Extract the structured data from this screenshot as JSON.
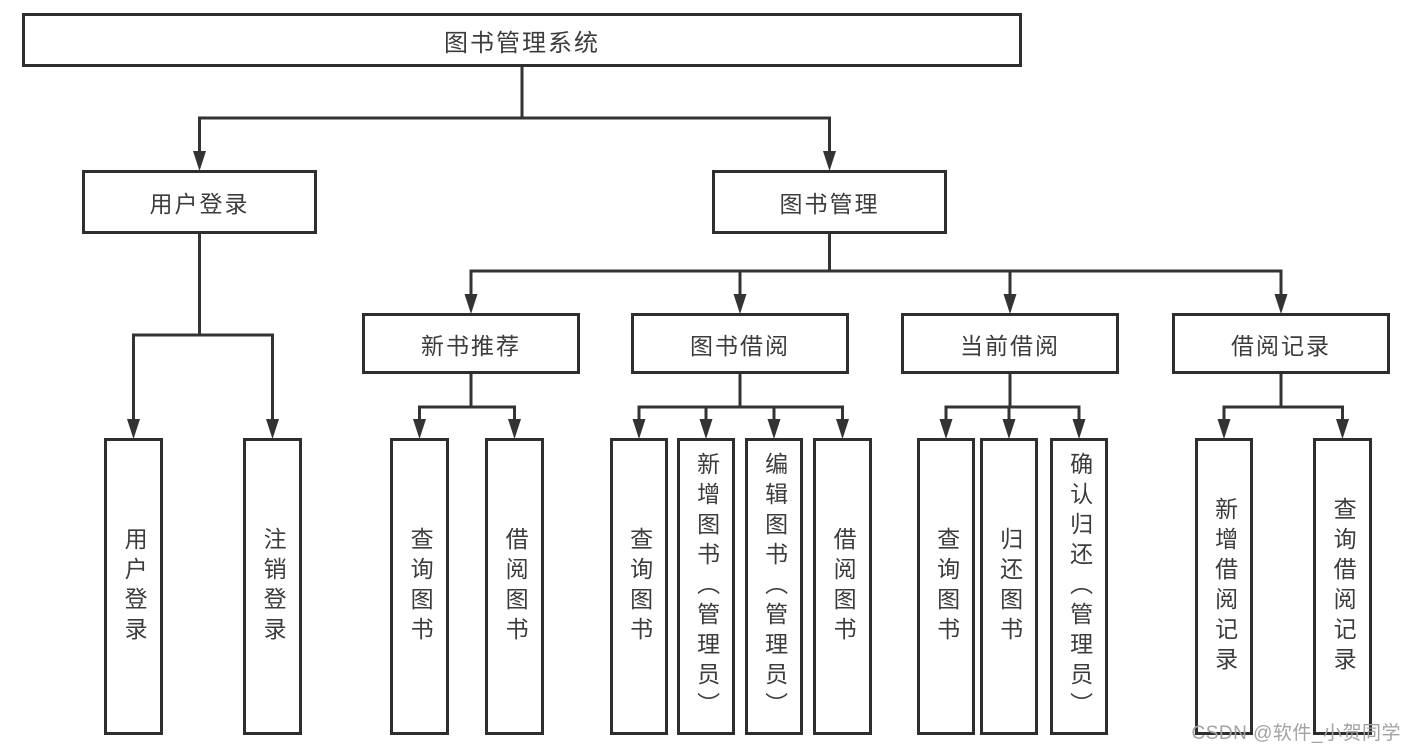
{
  "diagram_title": "图书管理系统",
  "nodes": [
    {
      "id": "root",
      "label": "图书管理系统",
      "parent": null,
      "vertical": false
    },
    {
      "id": "user-login",
      "label": "用户登录",
      "parent": "root",
      "vertical": false
    },
    {
      "id": "book-mgmt",
      "label": "图书管理",
      "parent": "root",
      "vertical": false
    },
    {
      "id": "user-login-op",
      "label": "用户登录",
      "parent": "user-login",
      "vertical": true
    },
    {
      "id": "logout-op",
      "label": "注销登录",
      "parent": "user-login",
      "vertical": true
    },
    {
      "id": "new-book-rec",
      "label": "新书推荐",
      "parent": "book-mgmt",
      "vertical": false
    },
    {
      "id": "book-borrow",
      "label": "图书借阅",
      "parent": "book-mgmt",
      "vertical": false
    },
    {
      "id": "current-borrow",
      "label": "当前借阅",
      "parent": "book-mgmt",
      "vertical": false
    },
    {
      "id": "borrow-records",
      "label": "借阅记录",
      "parent": "book-mgmt",
      "vertical": false
    },
    {
      "id": "query-book-1",
      "label": "查询图书",
      "parent": "new-book-rec",
      "vertical": true
    },
    {
      "id": "borrow-book-1",
      "label": "借阅图书",
      "parent": "new-book-rec",
      "vertical": true
    },
    {
      "id": "query-book-2",
      "label": "查询图书",
      "parent": "book-borrow",
      "vertical": true
    },
    {
      "id": "add-book",
      "label": "新增图书（管理员）",
      "parent": "book-borrow",
      "vertical": true
    },
    {
      "id": "edit-book",
      "label": "编辑图书（管理员）",
      "parent": "book-borrow",
      "vertical": true
    },
    {
      "id": "borrow-book-2",
      "label": "借阅图书",
      "parent": "book-borrow",
      "vertical": true
    },
    {
      "id": "query-book-3",
      "label": "查询图书",
      "parent": "current-borrow",
      "vertical": true
    },
    {
      "id": "return-book",
      "label": "归还图书",
      "parent": "current-borrow",
      "vertical": true
    },
    {
      "id": "confirm-return",
      "label": "确认归还（管理员）",
      "parent": "current-borrow",
      "vertical": true
    },
    {
      "id": "add-borrow-record",
      "label": "新增借阅记录",
      "parent": "borrow-records",
      "vertical": true
    },
    {
      "id": "query-borrow-record",
      "label": "查询借阅记录",
      "parent": "borrow-records",
      "vertical": true
    }
  ],
  "watermark": "CSDN @软件_小贺同学",
  "colors": {
    "line": "#333333",
    "box_border": "#2e2e2e",
    "box_fill": "#ffffff",
    "text": "#3c3c3c",
    "watermark": "#a2a2a2",
    "background": "#ffffff"
  }
}
